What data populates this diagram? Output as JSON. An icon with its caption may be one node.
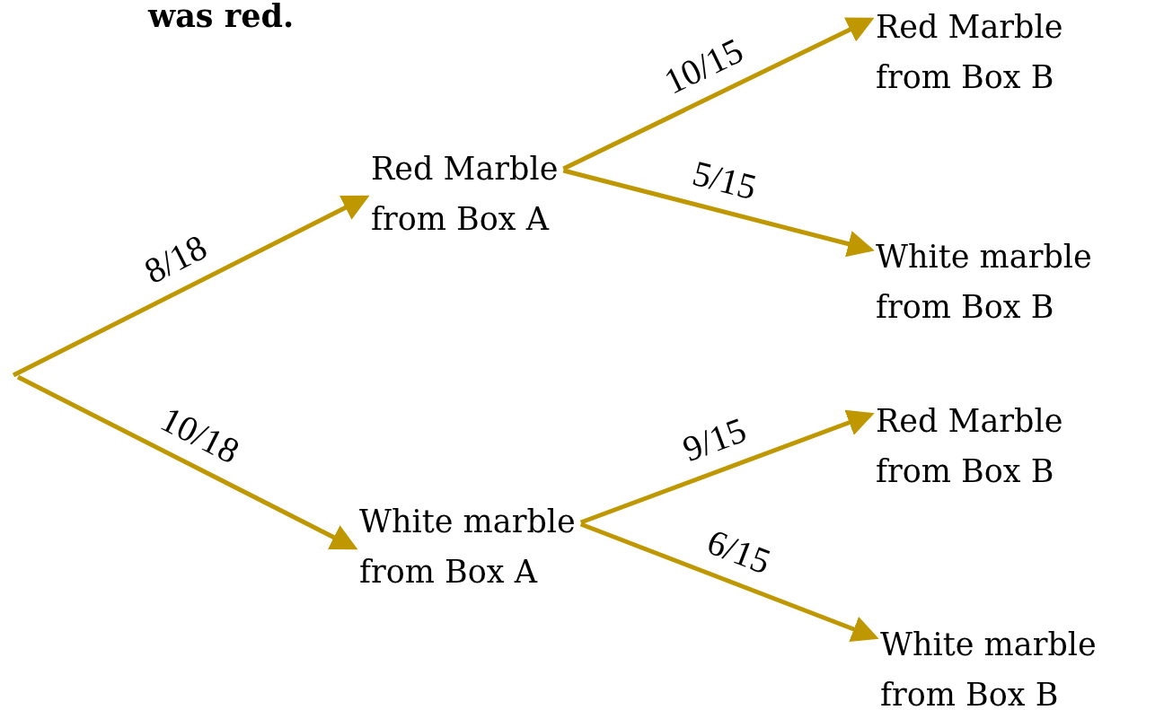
{
  "diagram": {
    "nodes": [
      {
        "text": [
          "Red Marble from Box A"
        ]
      },
      {
        "text": [
          "White marble from Box A"
        ]
      },
      {
        "text": [
          "Red Marble from Box B"
        ]
      },
      {
        "text": [
          "White marble from Box B"
        ]
      },
      {
        "text": [
          "Red Marble from Box B"
        ]
      },
      {
        "text": [
          "White marble from Box B"
        ]
      }
    ],
    "edges": [
      {
        "from": null,
        "to": 0,
        "arrow": "to",
        "label": "8/18"
      },
      {
        "from": null,
        "to": 1,
        "arrow": "to",
        "label": "10/18"
      },
      {
        "from": 0,
        "to": 2,
        "arrow": "to",
        "label": "10/15"
      },
      {
        "from": 0,
        "to": 3,
        "arrow": "to",
        "label": "5/15"
      },
      {
        "from": 1,
        "to": 4,
        "arrow": "to",
        "label": "9/15"
      },
      {
        "from": 1,
        "to": 5,
        "arrow": "to",
        "label": "6/15"
      }
    ],
    "labels": [
      "was red."
    ]
  }
}
